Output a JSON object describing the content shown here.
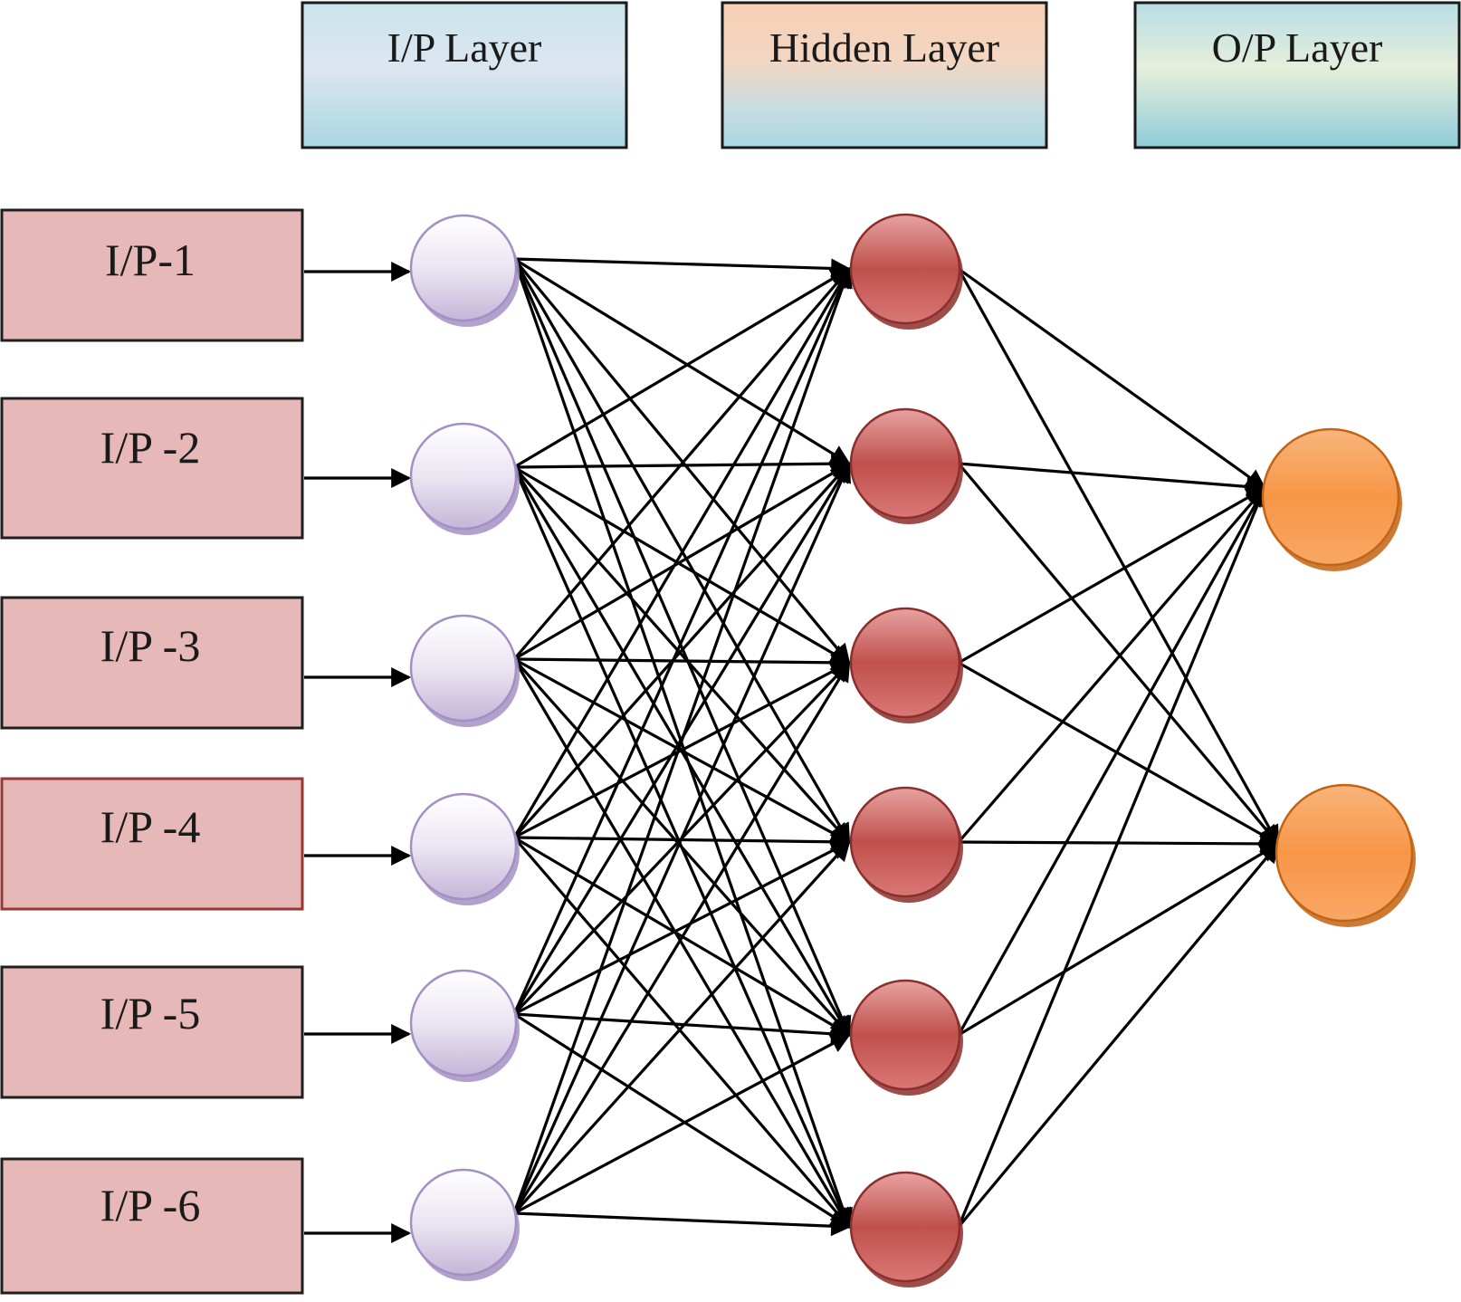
{
  "headers": {
    "input": "I/P Layer",
    "hidden": "Hidden Layer",
    "output": "O/P Layer"
  },
  "inputs": [
    "I/P-1",
    "I/P -2",
    "I/P -3",
    "I/P -4",
    "I/P -5",
    "I/P -6"
  ],
  "colors": {
    "input_box_fill": "#e6b9b8",
    "input_box_stroke": "#1f1f1f",
    "input_node": "#ddd5ea",
    "hidden_node": "#c0504d",
    "output_node": "#f79646",
    "edge": "#000000"
  },
  "network": {
    "input_nodes": 6,
    "hidden_nodes": 6,
    "output_nodes": 2,
    "connectivity": "fully-connected"
  }
}
